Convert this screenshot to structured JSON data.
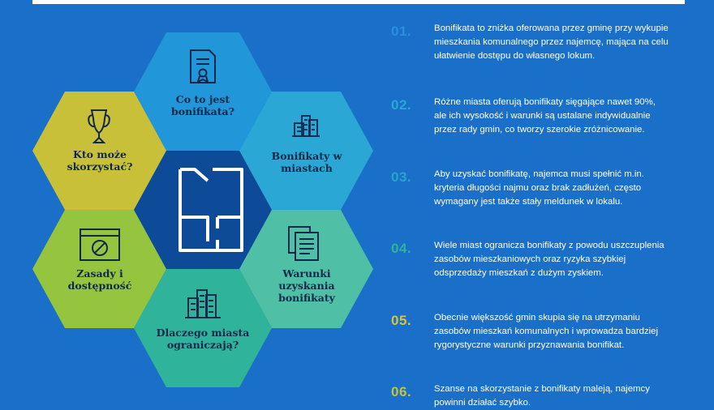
{
  "colors": {
    "background": "#1a6fc9",
    "hex_top": "#2196d8",
    "hex_right_top": "#2aa7d4",
    "hex_right_bottom": "#4fbfa6",
    "hex_bottom": "#2fb39a",
    "hex_left_bottom": "#95c43f",
    "hex_left_top": "#c9c03a",
    "hex_center": "#0d4b99"
  },
  "diagram": {
    "center_icon": "floor-plan-icon",
    "hexes": [
      {
        "id": "top",
        "label": "Co to jest\nbonifikata?",
        "icon": "certificate-icon"
      },
      {
        "id": "right-top",
        "label": "Bonifikaty w\nmiastach",
        "icon": "buildings-icon"
      },
      {
        "id": "right-bottom",
        "label": "Warunki\nuzyskania\nbonifikaty",
        "icon": "documents-icon"
      },
      {
        "id": "bottom",
        "label": "Dlaczego miasta\nograniczają?",
        "icon": "city-icon"
      },
      {
        "id": "left-bottom",
        "label": "Zasady i\ndostępność",
        "icon": "restricted-window-icon"
      },
      {
        "id": "left-top",
        "label": "Kto może\nskorzystać?",
        "icon": "trophy-icon"
      }
    ]
  },
  "items": [
    {
      "num": "01.",
      "color": "#2a8fdb",
      "text": "Bonifikata to zniżka oferowana przez gminę przy wykupie mieszkania komunalnego przez najemcę, mająca na celu ułatwienie dostępu do własnego lokum."
    },
    {
      "num": "02.",
      "color": "#2aa7d4",
      "text": "Różne miasta oferują bonifikaty sięgające nawet 90%, ale ich wysokość i warunki są ustalane indywidualnie przez rady gmin, co tworzy szerokie zróżnicowanie."
    },
    {
      "num": "03.",
      "color": "#27a6c8",
      "text": "Aby uzyskać bonifikatę, najemca musi spełnić m.in. kryteria długości najmu oraz brak zadłużeń, często wymagany jest także stały meldunek w lokalu."
    },
    {
      "num": "04.",
      "color": "#2fb39a",
      "text": "Wiele miast ogranicza bonifikaty z powodu uszczuplenia zasobów mieszkaniowych oraz ryzyka szybkiej odsprzedaży mieszkań z dużym zyskiem."
    },
    {
      "num": "05.",
      "color": "#d7c43a",
      "text": "Obecnie większość gmin skupia się na utrzymaniu zasobów mieszkań komunalnych i wprowadza bardziej rygorystyczne warunki przyznawania bonifikat."
    },
    {
      "num": "06.",
      "color": "#c9c03a",
      "text": "Szanse na skorzystanie z bonifikaty maleją, najemcy powinni działać szybko."
    }
  ]
}
